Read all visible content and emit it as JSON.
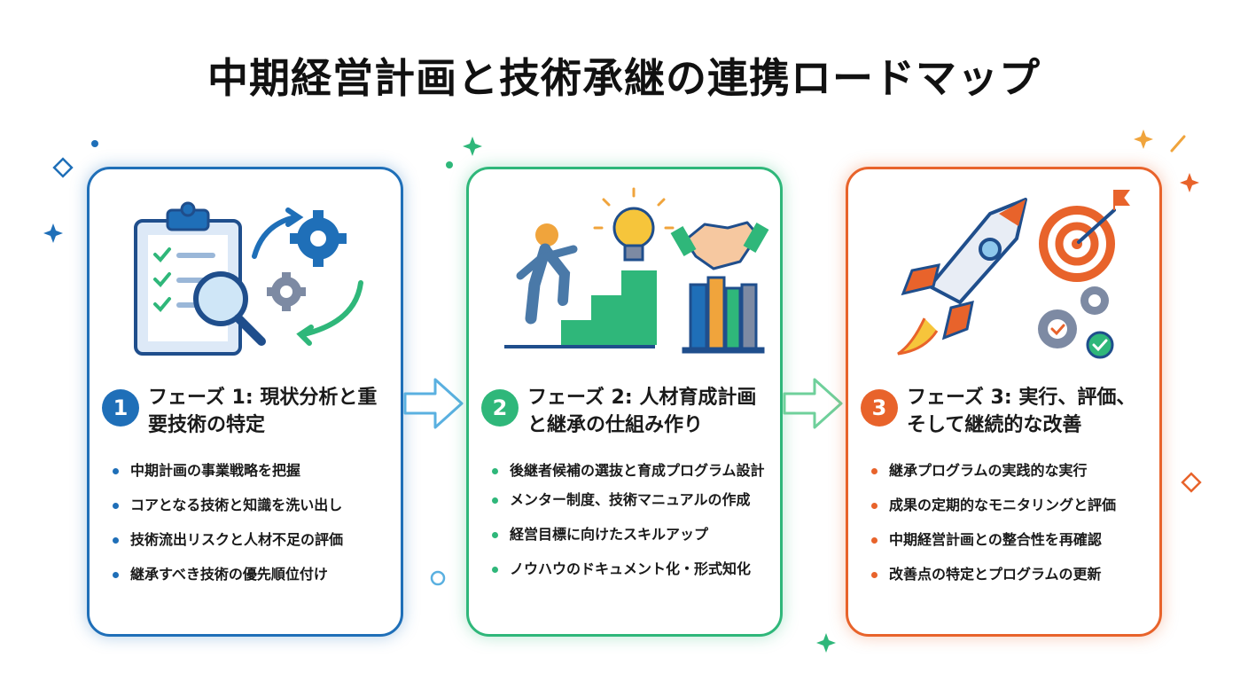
{
  "title": "中期経営計画と技術承継の連携ロードマップ",
  "colors": {
    "phase1": "#1f6fb8",
    "phase2": "#2fb77a",
    "phase3": "#e8632b"
  },
  "phases": [
    {
      "number": "1",
      "title": "フェーズ 1: 現状分析と重要技術の特定",
      "icons": [
        "clipboard-checklist-icon",
        "magnifier-icon",
        "gears-icon",
        "cycle-arrows-icon"
      ],
      "bullets": [
        "中期計画の事業戦略を把握",
        "コアとなる技術と知識を洗い出し",
        "技術流出リスクと人材不足の評価",
        "継承すべき技術の優先順位付け"
      ]
    },
    {
      "number": "2",
      "title": "フェーズ 2: 人材育成計画と継承の仕組み作り",
      "icons": [
        "person-climbing-stairs-icon",
        "lightbulb-icon",
        "handshake-icon",
        "books-icon"
      ],
      "bullets": [
        "後継者候補の選抜と育成プログラム設計",
        "メンター制度、技術マニュアルの作成",
        "経営目標に向けたスキルアップ",
        "ノウハウのドキュメント化・形式知化"
      ]
    },
    {
      "number": "3",
      "title": "フェーズ 3: 実行、評価、そして継続的な改善",
      "icons": [
        "rocket-icon",
        "target-icon",
        "gears-check-icon"
      ],
      "bullets": [
        "継承プログラムの実践的な実行",
        "成果の定期的なモニタリングと評価",
        "中期経営計画との整合性を再確認",
        "改善点の特定とプログラムの更新"
      ]
    }
  ]
}
